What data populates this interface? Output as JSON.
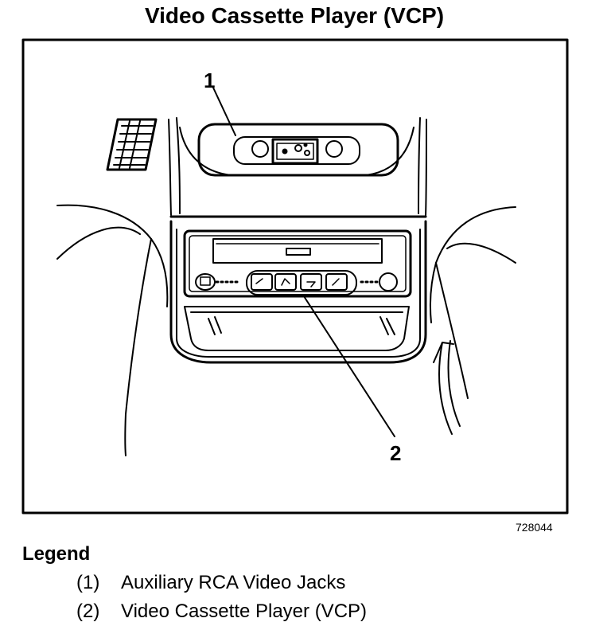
{
  "title": "Video Cassette Player (VCP)",
  "figure_id": "728044",
  "callouts": {
    "c1": "1",
    "c2": "2"
  },
  "legend": {
    "heading": "Legend",
    "items": [
      {
        "num": "(1)",
        "label": "Auxiliary RCA Video Jacks"
      },
      {
        "num": "(2)",
        "label": "Video Cassette Player (VCP)"
      }
    ]
  }
}
